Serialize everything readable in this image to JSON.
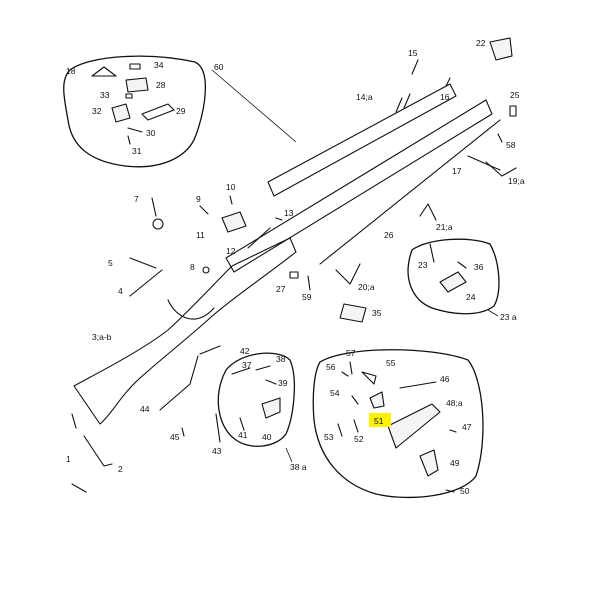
{
  "highlight_color": "#fff200",
  "labels": {
    "p1": "1",
    "p2": "2",
    "p3": "3;a-b",
    "p4": "4",
    "p5": "5",
    "p7": "7",
    "p8": "8",
    "p9": "9",
    "p10": "10",
    "p11": "11",
    "p12": "12",
    "p13": "13",
    "p14": "14;a",
    "p15": "15",
    "p16": "16",
    "p17": "17",
    "p18": "18",
    "p19": "19;a",
    "p20": "20;a",
    "p21": "21;a",
    "p22": "22",
    "p23": "23",
    "p23a": "23 a",
    "p24": "24",
    "p25": "25",
    "p26": "26",
    "p27": "27",
    "p28": "28",
    "p29": "29",
    "p30": "30",
    "p31": "31",
    "p32": "32",
    "p33": "33",
    "p34": "34",
    "p35": "35",
    "p36": "36",
    "p37": "37",
    "p38": "38",
    "p38a": "38 a",
    "p39": "39",
    "p40": "40",
    "p41": "41",
    "p42": "42",
    "p43": "43",
    "p44": "44",
    "p45": "45",
    "p46": "46",
    "p47": "47",
    "p48": "48;a",
    "p49": "49",
    "p50": "50",
    "p51": "51",
    "p52": "52",
    "p53": "53",
    "p54": "54",
    "p55": "55",
    "p56": "56",
    "p57": "57",
    "p58": "58",
    "p59": "59",
    "p60": "60"
  }
}
